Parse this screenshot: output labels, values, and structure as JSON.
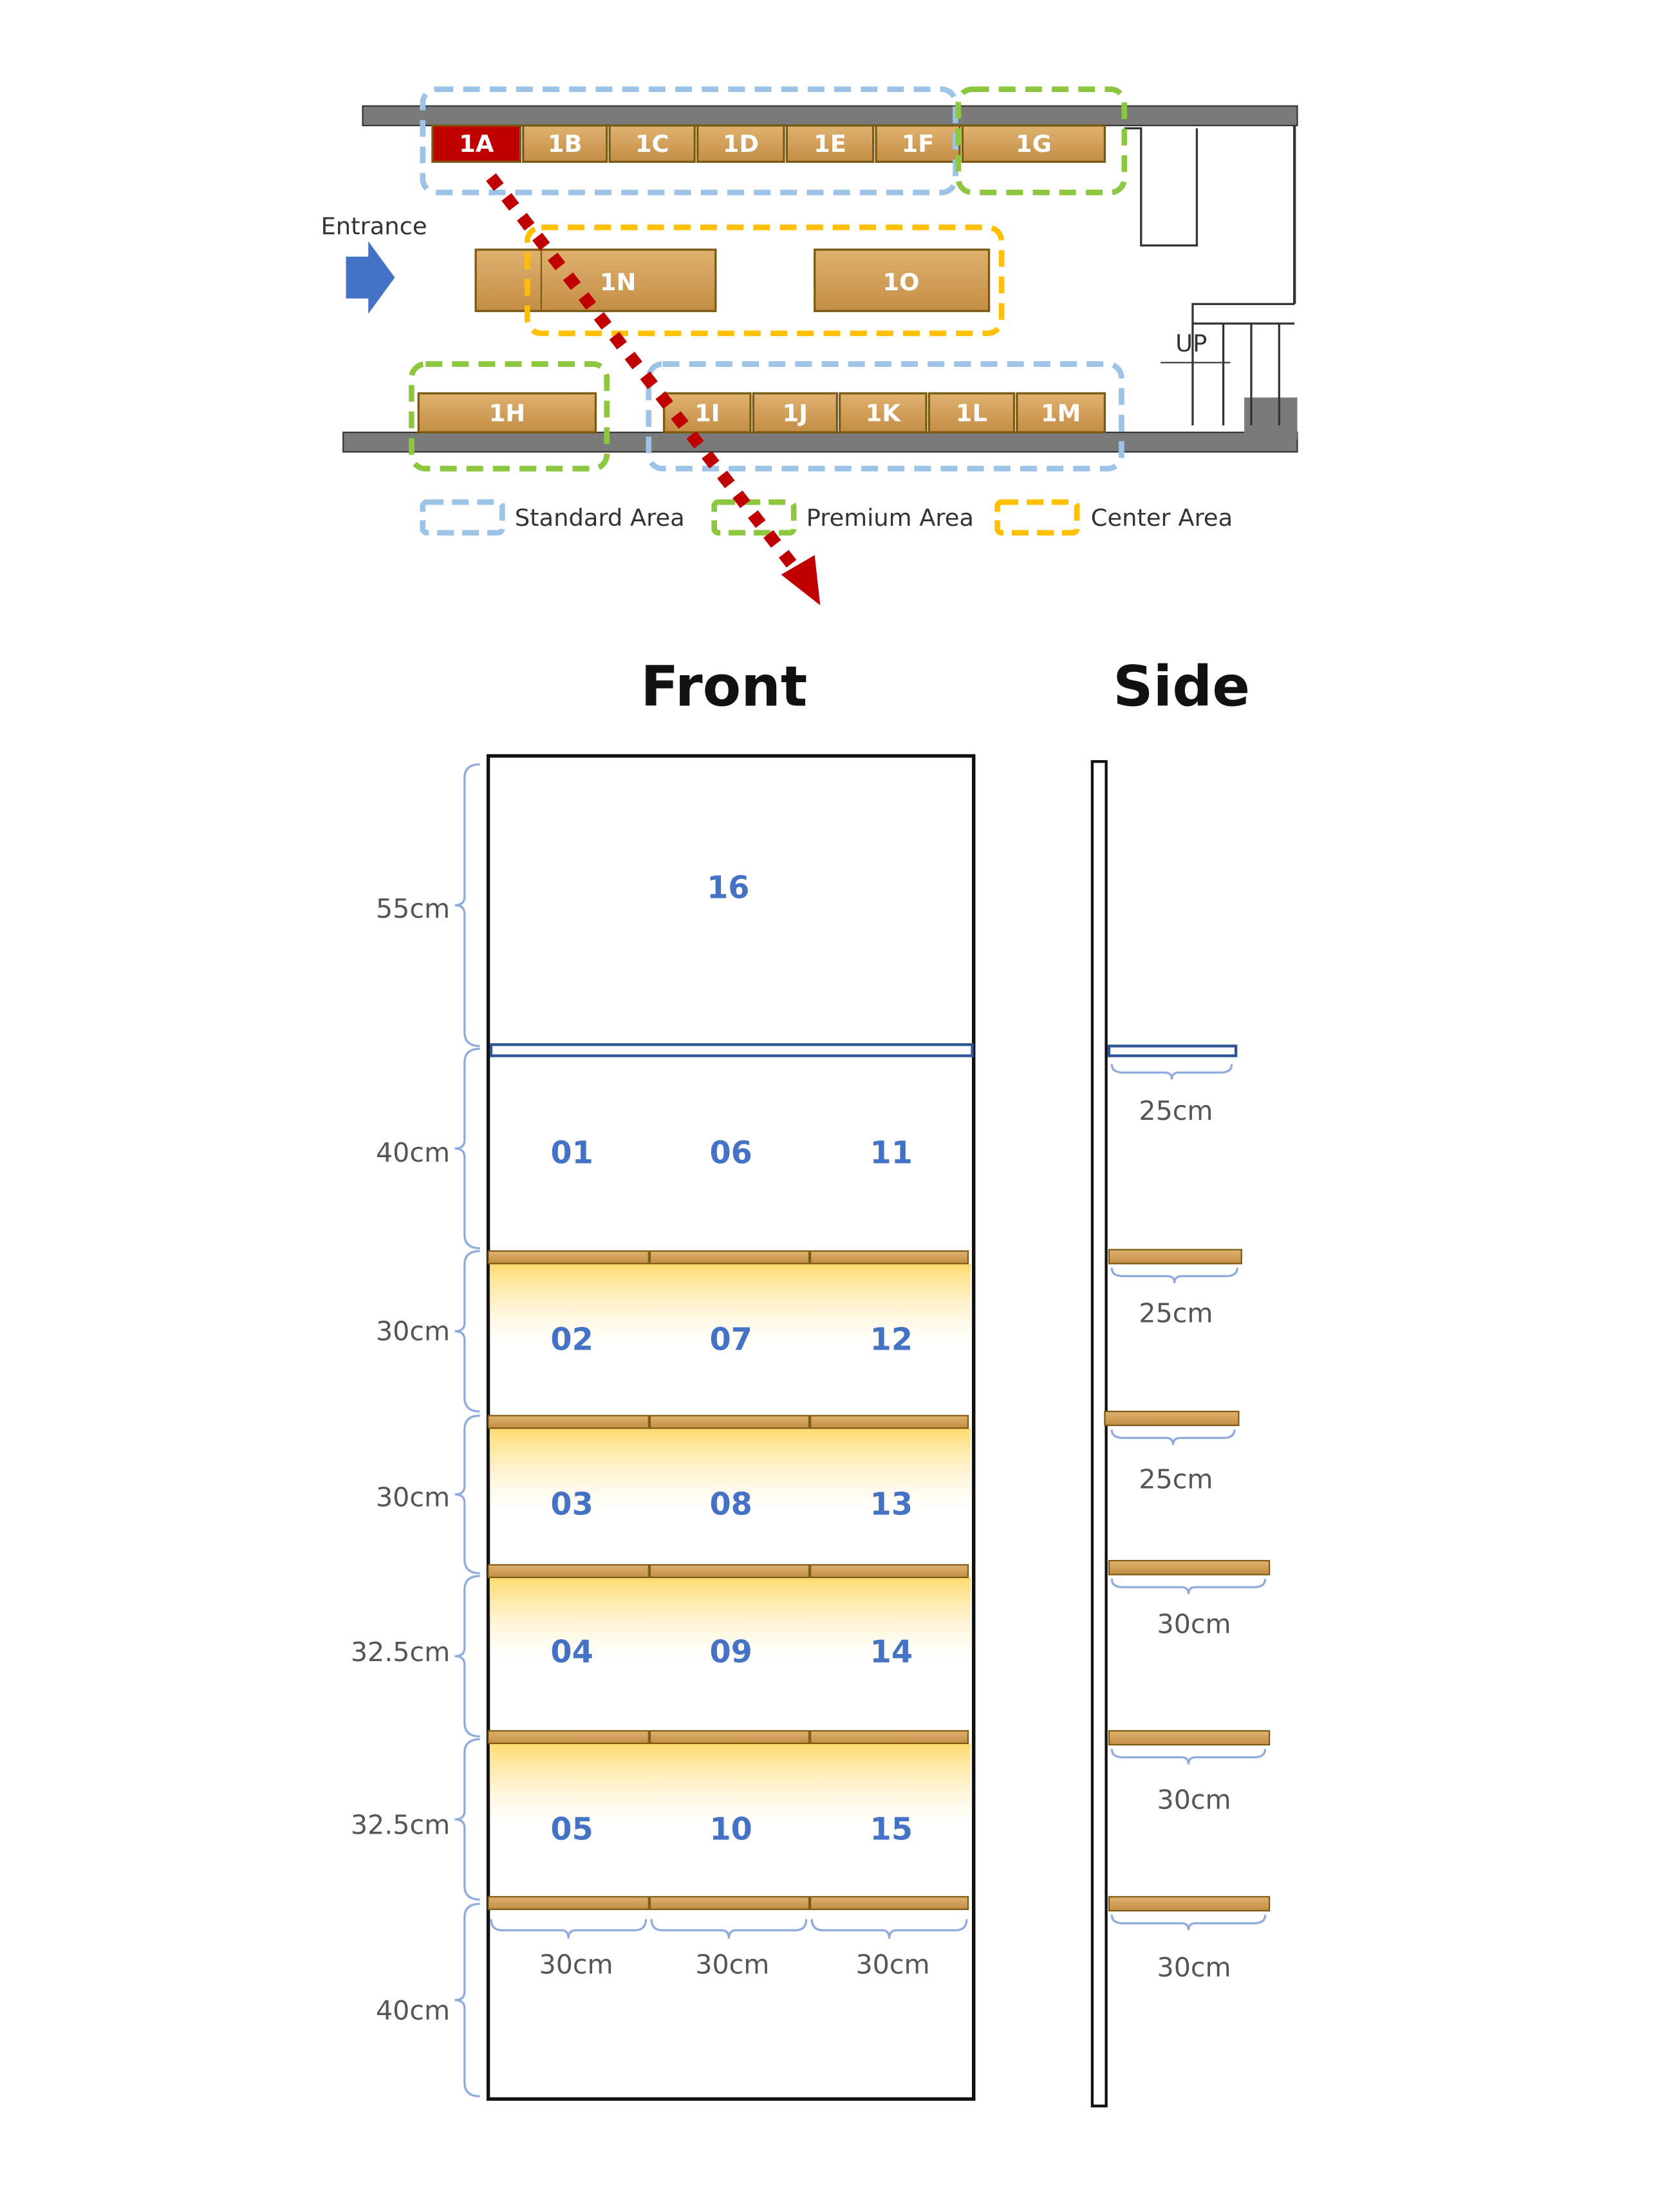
{
  "floor_plan": {
    "entrance_label": "Entrance",
    "top_row": [
      "1A",
      "1B",
      "1C",
      "1D",
      "1E",
      "1F",
      "1G"
    ],
    "center_row": [
      "1N",
      "1O"
    ],
    "bottom_row": [
      "1H",
      "1I",
      "1J",
      "1K",
      "1L",
      "1M"
    ],
    "highlighted": "1A",
    "stairs_label": "UP",
    "legend": [
      {
        "label": "Standard Area",
        "color": "#9dc3e6"
      },
      {
        "label": "Premium Area",
        "color": "#8dc63f"
      },
      {
        "label": "Center Area",
        "color": "#ffc000"
      }
    ]
  },
  "front": {
    "title": "Front",
    "top_slot": "16",
    "rows": [
      [
        "01",
        "06",
        "11"
      ],
      [
        "02",
        "07",
        "12"
      ],
      [
        "03",
        "08",
        "13"
      ],
      [
        "04",
        "09",
        "14"
      ],
      [
        "05",
        "10",
        "15"
      ]
    ],
    "heights": [
      "55cm",
      "40cm",
      "30cm",
      "30cm",
      "32.5cm",
      "32.5cm",
      "40cm"
    ],
    "widths": [
      "30cm",
      "30cm",
      "30cm"
    ]
  },
  "side": {
    "title": "Side",
    "depths": [
      "25cm",
      "25cm",
      "25cm",
      "30cm",
      "30cm",
      "30cm"
    ]
  },
  "colors": {
    "highlight": "#c00000",
    "wood": "#d4a05a",
    "wood_edge": "#7a5a10",
    "wall": "#7a7a7a",
    "slot_text": "#4472c4",
    "arrow": "#4472c4",
    "path": "#c00000"
  }
}
